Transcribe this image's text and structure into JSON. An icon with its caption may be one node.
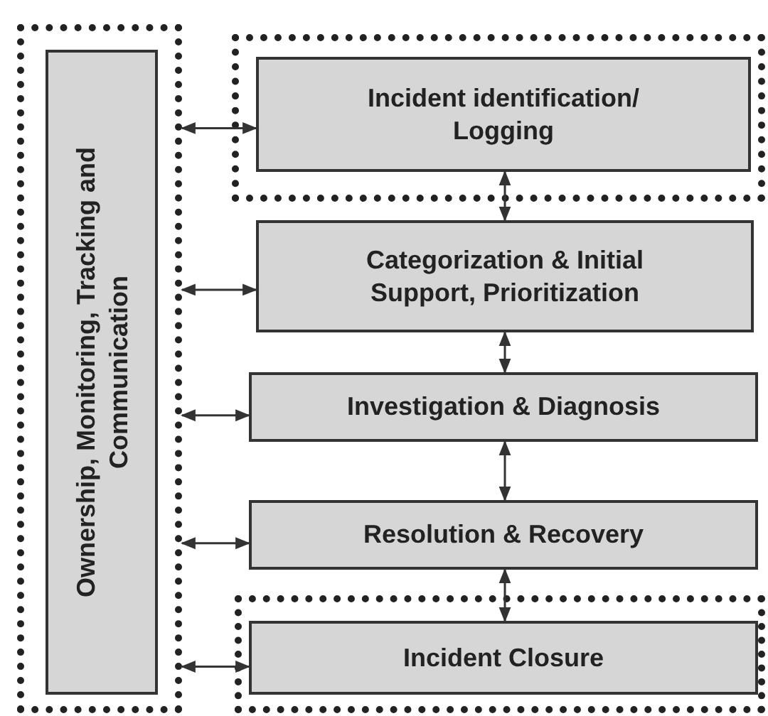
{
  "diagram": {
    "nodes": [
      {
        "text": [],
        "shape": "box"
      },
      {
        "text": [
          "Ownership, Monitoring, Tracking and Communication"
        ],
        "in": 0
      },
      {
        "text": [],
        "shape": "box"
      },
      {
        "text": [
          "Incident identification/ Logging"
        ],
        "in": 2
      },
      {
        "text": [
          "Categorization & Initial Support, Prioritization"
        ]
      },
      {
        "text": [
          "Investigation & Diagnosis"
        ]
      },
      {
        "text": [
          "Resolution & Recovery"
        ]
      },
      {
        "text": [],
        "shape": "box"
      },
      {
        "text": [
          "Incident Closure"
        ],
        "in": 7
      }
    ],
    "edges": [
      {
        "from": 0,
        "to": 3,
        "arrow": "both"
      },
      {
        "from": 0,
        "to": 4,
        "arrow": "both"
      },
      {
        "from": 0,
        "to": 5,
        "arrow": "both"
      },
      {
        "from": 0,
        "to": 6,
        "arrow": "both"
      },
      {
        "from": 0,
        "to": 8,
        "arrow": "both"
      },
      {
        "from": 3,
        "to": 4,
        "arrow": "both"
      },
      {
        "from": 4,
        "to": 5,
        "arrow": "both"
      },
      {
        "from": 5,
        "to": 6,
        "arrow": "both"
      },
      {
        "from": 6,
        "to": 8,
        "arrow": "both"
      }
    ]
  }
}
